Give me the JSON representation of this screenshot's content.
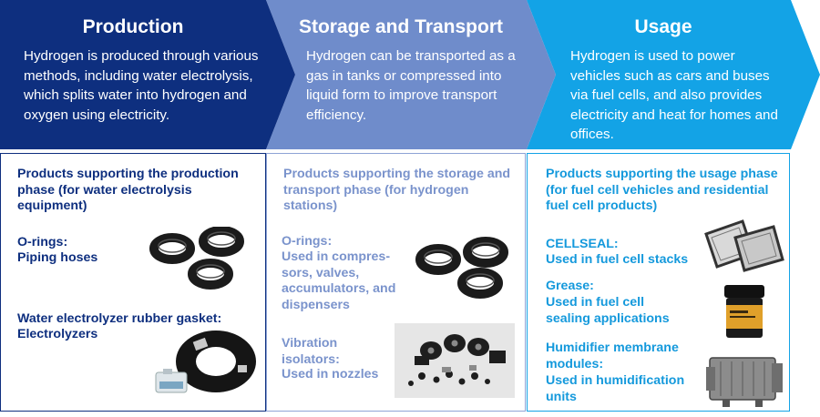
{
  "colors": {
    "production": "#0e2f7f",
    "storage": "#6f8ccb",
    "usage": "#13a3e6"
  },
  "production": {
    "title": "Production",
    "description": "Hydrogen is produced through various methods, including water electrolysis, which splits water into hydrogen and oxygen using electricity.",
    "products_heading": "Products supporting the production phase (for water electrolysis equipment)",
    "items": [
      {
        "name": "O-rings:",
        "use": "Piping hoses",
        "image": "o-rings-image"
      },
      {
        "name": "Water electrolyzer rubber gasket:",
        "use": "Electrolyzers",
        "image": "rubber-gasket-image"
      }
    ]
  },
  "storage": {
    "title": "Storage and Transport",
    "description": "Hydrogen can be transported as a gas in tanks or compressed into liquid form to improve transport efficiency.",
    "products_heading": "Products supporting the storage and transport phase (for hydrogen stations)",
    "items": [
      {
        "name": "O-rings:",
        "use": "Used in compres-sors, valves, accumulators, and dispensers",
        "image": "o-rings-image"
      },
      {
        "name": "Vibration isolators:",
        "use": "Used in nozzles",
        "image": "vibration-isolators-image"
      }
    ]
  },
  "usage": {
    "title": "Usage",
    "description": "Hydrogen is used to power vehicles such as cars and buses via fuel cells, and also provides electricity and heat for homes and offices.",
    "products_heading": "Products supporting the usage phase (for fuel cell vehicles and residential fuel cell products)",
    "items": [
      {
        "name": "CELLSEAL:",
        "use": "Used in fuel cell stacks",
        "image": "cellseal-image"
      },
      {
        "name": "Grease:",
        "use": "Used in fuel cell sealing applications",
        "image": "grease-jar-image"
      },
      {
        "name": "Humidifier membrane modules:",
        "use": "Used in humidification units",
        "image": "humidifier-module-image"
      }
    ]
  }
}
